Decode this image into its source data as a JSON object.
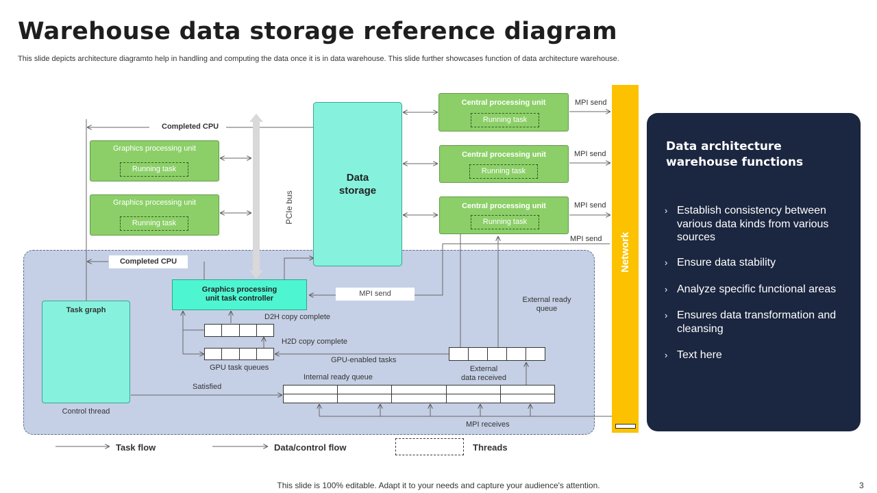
{
  "title": "Warehouse data storage reference diagram",
  "subtitle": "This slide depicts architecture diagramto help in handling and computing the data once it is in data warehouse. This slide further showcases function of data architecture warehouse.",
  "diagram": {
    "completed_cpu_top": "Completed CPU",
    "completed_cpu_box": "Completed CPU",
    "gpu_title": "Graphics processing unit",
    "running_task": "Running task",
    "pcie_bus": "PCIe bus",
    "data_storage": "Data\nstorage",
    "cpu_title": "Central processing unit",
    "mpi_send": "MPI send",
    "gpu_controller": "Graphics processing\nunit task controller",
    "task_graph": "Task graph",
    "control_thread": "Control thread",
    "d2h": "D2H copy complete",
    "h2d": "H2D copy complete",
    "gpu_task_queues": "GPU task queues",
    "gpu_enabled_tasks": "GPU-enabled tasks",
    "internal_ready_queue": "Internal ready queue",
    "external_ready_queue": "External ready\nqueue",
    "external_data_received": "External\ndata received",
    "satisfied": "Satisfied",
    "mpi_receives": "MPI receives",
    "network": "Network"
  },
  "legend": {
    "task_flow": "Task flow",
    "data_control_flow": "Data/control flow",
    "threads": "Threads"
  },
  "panel": {
    "title": "Data architecture warehouse functions",
    "bullet_glyph": "›",
    "bullets": [
      "Establish consistency between various data kinds from various sources",
      "Ensure data stability",
      "Analyze specific functional areas",
      "Ensures data transformation and cleansing",
      "Text here"
    ]
  },
  "footer": "This slide is 100% editable. Adapt it to your needs and capture your audience's attention.",
  "page_number": "3",
  "colors": {
    "green": "#8ccf68",
    "teal": "#86f2de",
    "controller": "#4ef5d1",
    "network": "#fcc200",
    "panel": "#1b2640",
    "region": "#c5d0e6"
  }
}
